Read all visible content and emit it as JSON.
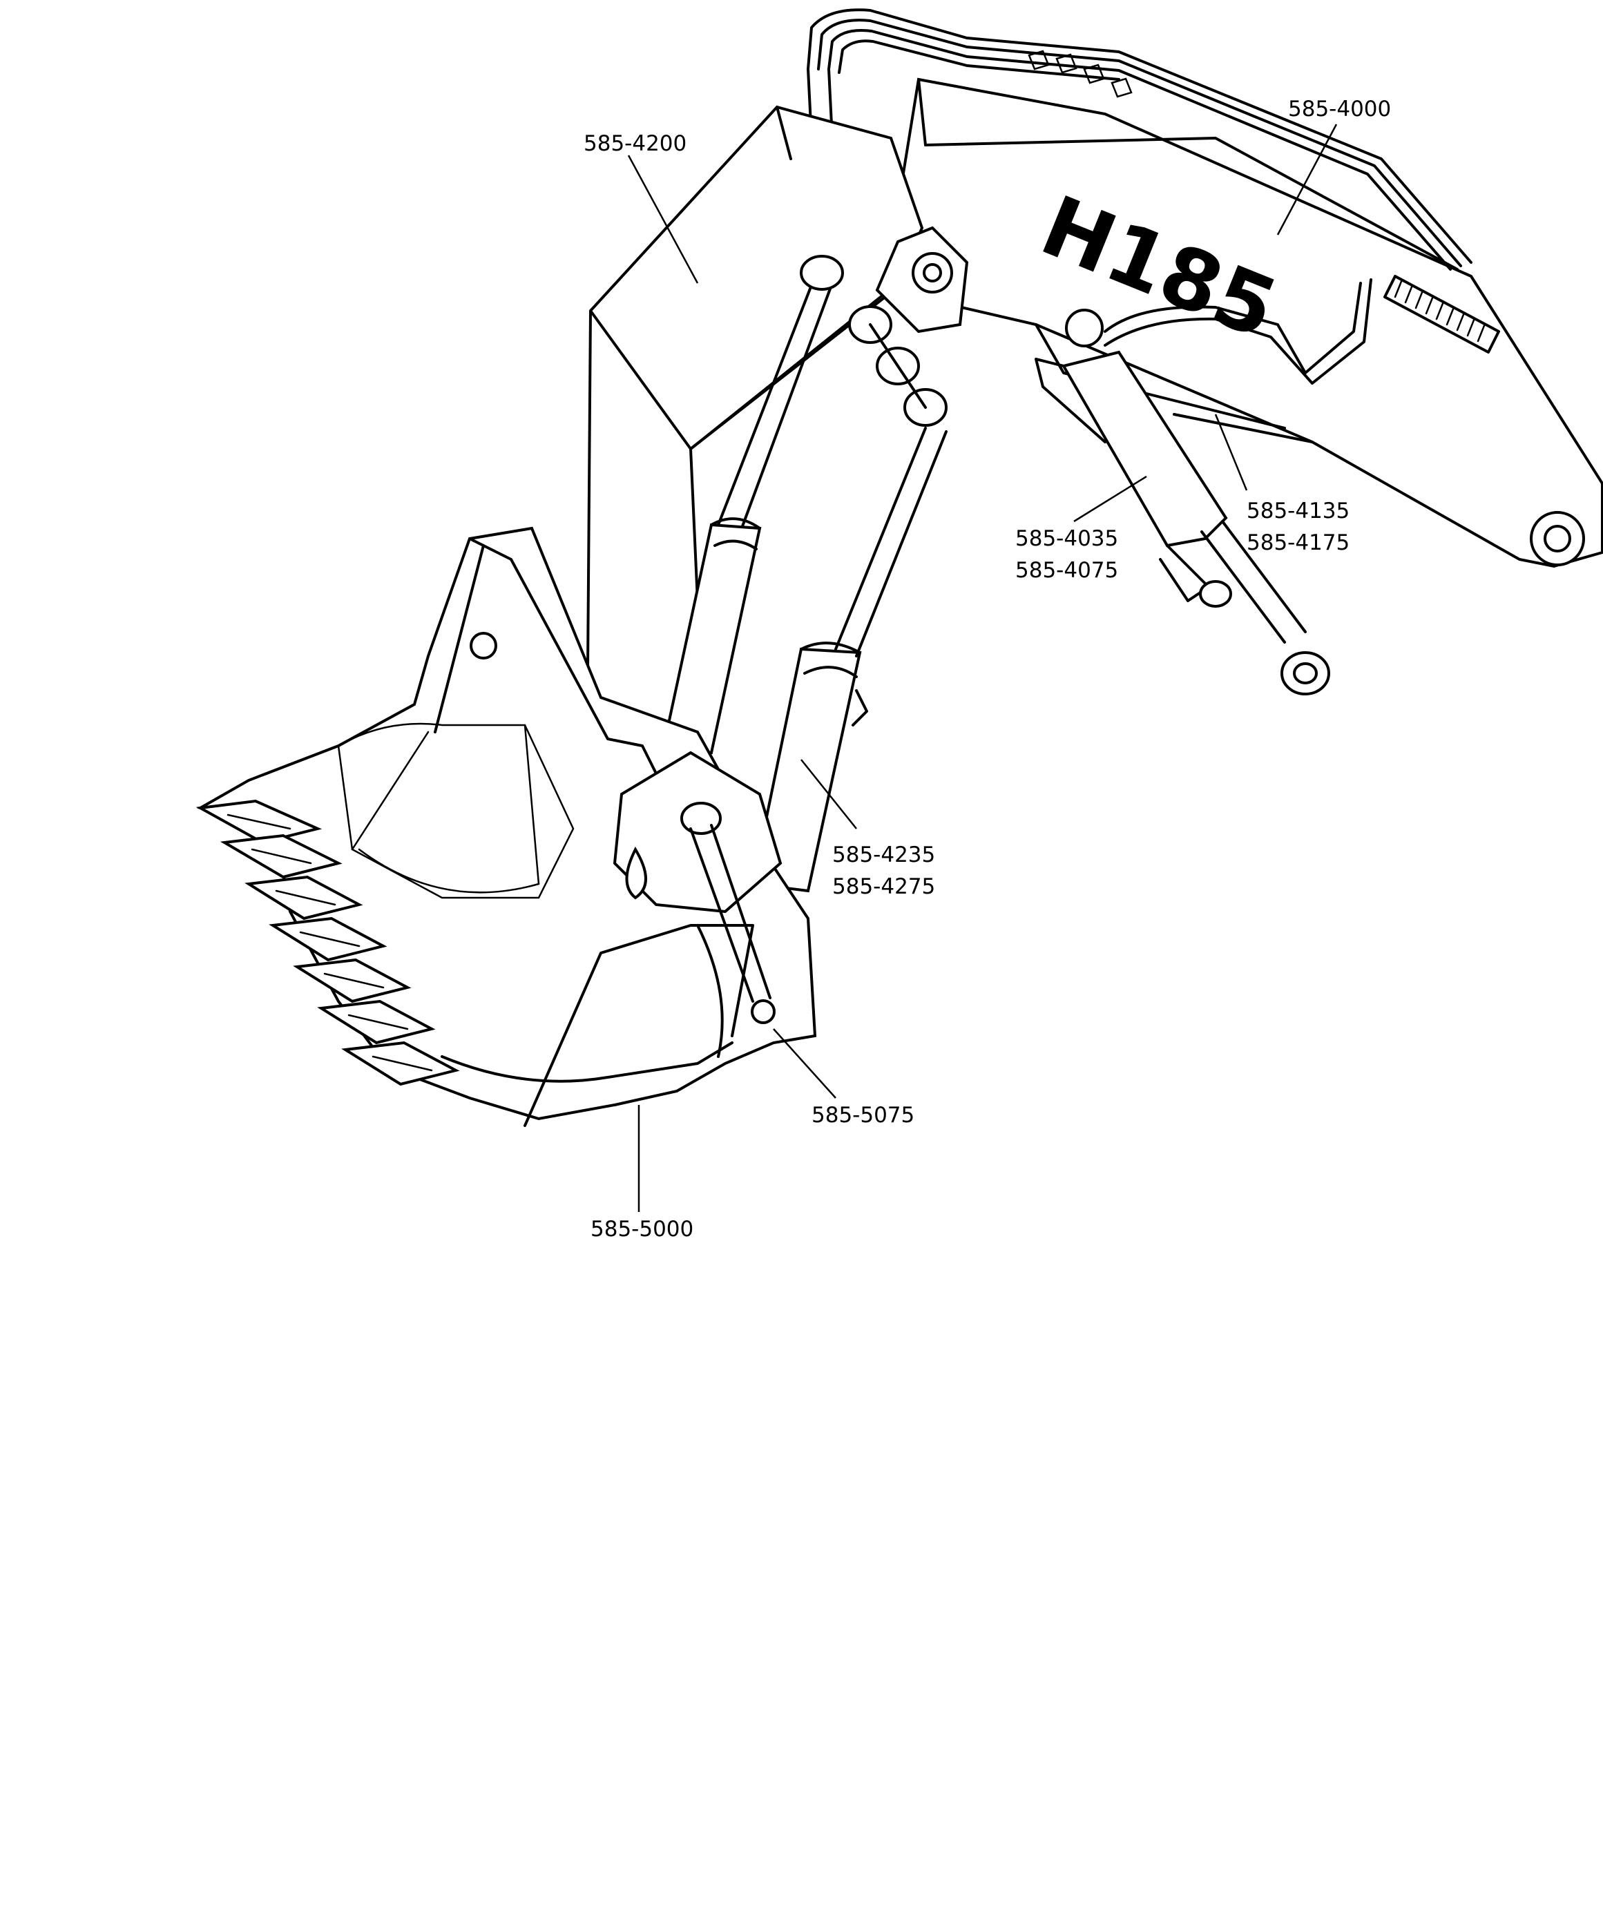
{
  "model_mark": "H185",
  "callouts": [
    {
      "id": "boom",
      "lines": [
        "585-4000"
      ]
    },
    {
      "id": "stick",
      "lines": [
        "585-4200"
      ]
    },
    {
      "id": "boom-cylinder",
      "lines": [
        "585-4035",
        "585-4075"
      ]
    },
    {
      "id": "stick-cylinder",
      "lines": [
        "585-4135",
        "585-4175"
      ]
    },
    {
      "id": "bucket-cylinder",
      "lines": [
        "585-4235",
        "585-4275"
      ]
    },
    {
      "id": "bucket-linkage",
      "lines": [
        "585-5075"
      ]
    },
    {
      "id": "bucket",
      "lines": [
        "585-5000"
      ]
    }
  ]
}
